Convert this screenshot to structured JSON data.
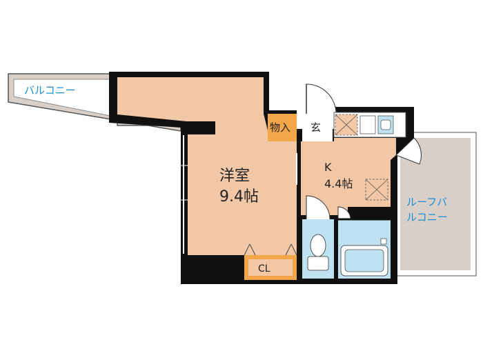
{
  "rooms": {
    "western": {
      "name": "洋室",
      "size": "9.4帖"
    },
    "kitchen": {
      "name": "K",
      "size": "4.4帖"
    },
    "storage": {
      "name": "物入"
    },
    "entrance": {
      "name": "玄"
    },
    "closet": {
      "name": "CL"
    },
    "balcony": {
      "name": "バルコニー"
    },
    "roof_balcony": {
      "line1": "ルーフバ",
      "line2": "ルコニー"
    }
  },
  "colors": {
    "wall": "#111111",
    "room_tan": "#f1c7a6",
    "storage_orange": "#f4a64a",
    "wet_blue": "#bfe2f2",
    "balcony_gray": "#d8cfc9",
    "label_blue": "#1a8fd8"
  }
}
